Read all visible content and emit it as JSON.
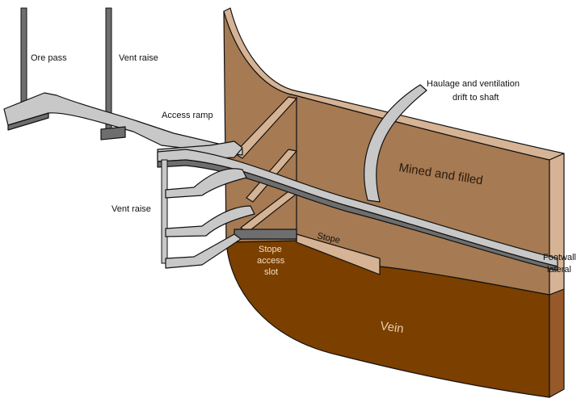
{
  "diagram": {
    "title": "Underground mine layout: stope, access ramp and drifts",
    "colors": {
      "mined_and_filled": "#a67a52",
      "rock_edge": "#d5b394",
      "vein": "#7b3f00",
      "vein_side": "#97592a",
      "tunnel_top": "#c8c8c8",
      "tunnel_side": "#6e6e6e",
      "outline": "#111111"
    },
    "labels": {
      "ore_pass": "Ore pass",
      "vent_raise_top": "Vent raise",
      "access_ramp": "Access ramp",
      "haulage_line1": "Haulage and ventilation",
      "haulage_line2": "drift to shaft",
      "mined_and_filled": "Mined and filled",
      "vent_raise_left": "Vent raise",
      "stope_access_line1": "Stope",
      "stope_access_line2": "access",
      "stope_access_line3": "slot",
      "stope": "Stope",
      "footwall_line1": "Footwall",
      "footwall_line2": "lateral",
      "vein": "Vein"
    }
  }
}
